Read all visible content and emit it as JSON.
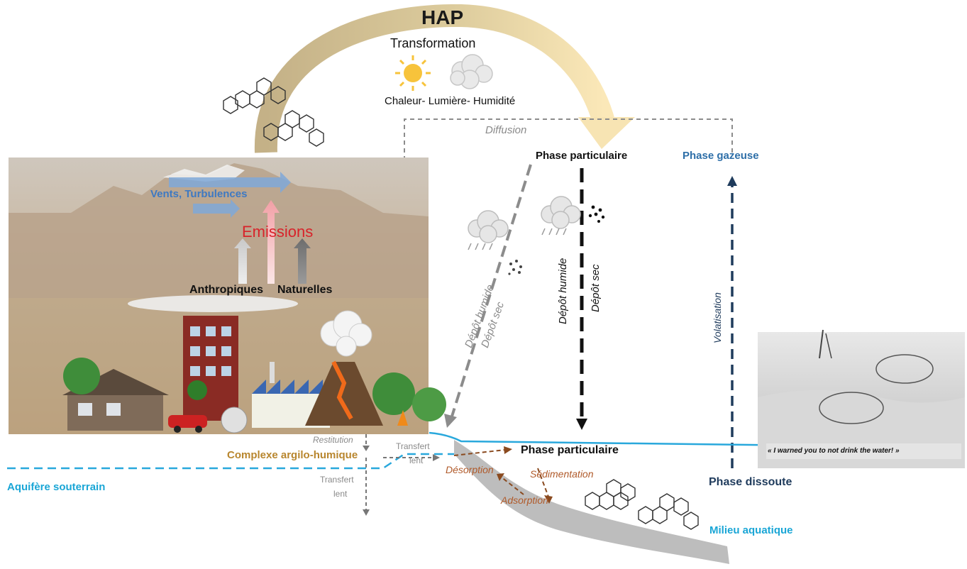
{
  "title": "HAP",
  "transformation": {
    "heading": "Transformation",
    "factors": "Chaleur- Lumière- Humidité"
  },
  "diffusion": "Diffusion",
  "air_phases": {
    "particulaire": "Phase particulaire",
    "gazeuse": "Phase gazeuse"
  },
  "source_scene": {
    "winds": "Vents, Turbulences",
    "emissions": "Emissions",
    "anthropiques": "Anthropiques",
    "naturelles": "Naturelles"
  },
  "deposition": {
    "left_humide": "Dépôt humide",
    "left_sec": "Dépôt sec",
    "center_humide": "Dépôt humide",
    "center_sec": "Dépôt sec",
    "volatisation": "Volatisation"
  },
  "soil": {
    "restitution": "Restitution",
    "complexe": "Complexe argilo-humique",
    "transfert_1": "Transfert",
    "lent_1": "lent",
    "transfert_2": "Transfert",
    "lent_2": "lent",
    "aquifere": "Aquifère souterrain"
  },
  "water": {
    "particulaire": "Phase particulaire",
    "desorption": "Désorption",
    "sedimentation": "Sédimentation",
    "adsorption": "Adsorption",
    "dissoute": "Phase dissoute",
    "milieu": "Milieu aquatique",
    "quote": "« I warned you to not drink the water! »"
  },
  "colors": {
    "arc": "#cbb890",
    "arc_light": "#f5e3b0",
    "deposition_grey": "#8c8c8c",
    "deposition_black": "#111111",
    "volatisation_navy": "#1f3b5c",
    "water_line": "#29a8dc",
    "transfer_brown": "#8a4a1f",
    "sediment_grey": "#b9b9b9",
    "emission_red": "#d8232a"
  }
}
